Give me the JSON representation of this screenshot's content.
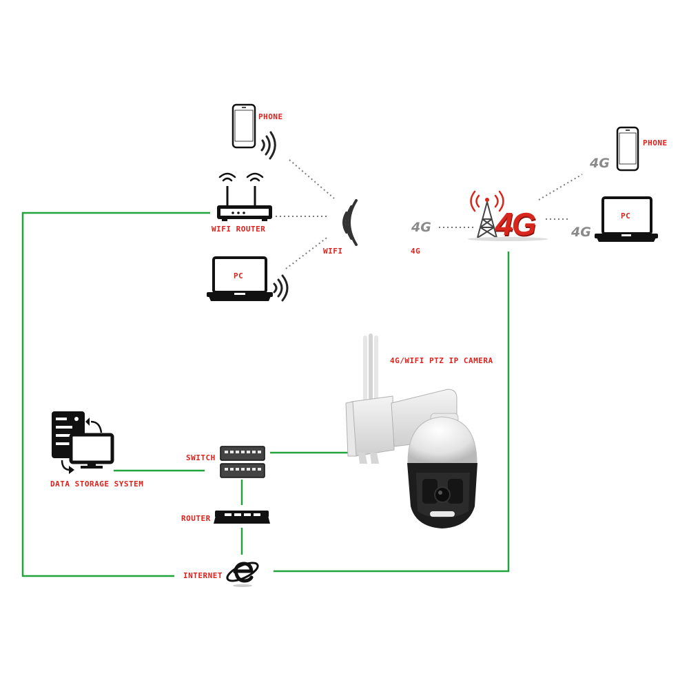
{
  "labels": {
    "phone_top": "PHONE",
    "wifi_router": "WIFI ROUTER",
    "wifi": "WIFI",
    "pc_left": "PC",
    "four_g_caption": "4G",
    "four_g_tower_text": "4G",
    "phone_right": "PHONE",
    "pc_right": "PC",
    "camera": "4G/WIFI PTZ IP CAMERA",
    "data_storage": "DATA STORAGE SYSTEM",
    "switch": "SWITCH",
    "router": "ROUTER",
    "internet": "INTERNET"
  },
  "badges": {
    "g4_left": "4G",
    "g4_phone": "4G",
    "g4_pc": "4G"
  },
  "colors": {
    "link_green": "#1fa33a",
    "label_red": "#e0201b",
    "dotted_gray": "#777777",
    "icon_black": "#111111"
  },
  "icons": [
    "phone-icon",
    "wifi-router-icon",
    "wifi-signal-icon",
    "laptop-icon",
    "cell-tower-icon",
    "server-monitor-icon",
    "network-switch-icon",
    "router-icon",
    "internet-explorer-icon",
    "ptz-camera-icon"
  ]
}
